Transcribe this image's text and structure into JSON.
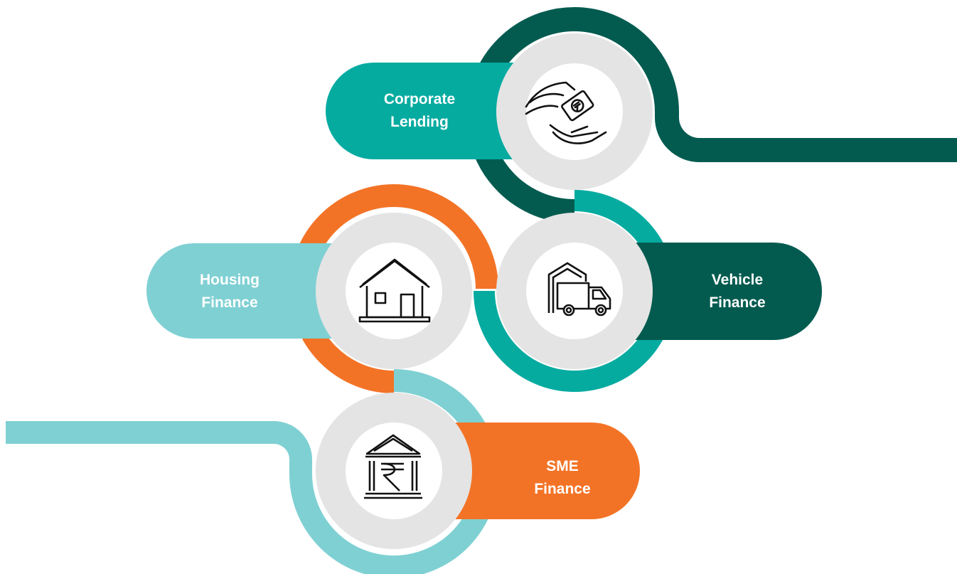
{
  "colors": {
    "dark_green": "#035b50",
    "teal": "#06aba0",
    "light_teal": "#7fd0d3",
    "orange": "#f37326",
    "ring_grey": "#e4e4e4",
    "icon_stroke": "#111111"
  },
  "items": [
    {
      "id": "corporate",
      "line1": "Corporate",
      "line2": "Lending",
      "icon": "hand-money-icon"
    },
    {
      "id": "housing",
      "line1": "Housing",
      "line2": "Finance",
      "icon": "house-icon"
    },
    {
      "id": "vehicle",
      "line1": "Vehicle",
      "line2": "Finance",
      "icon": "truck-warehouse-icon"
    },
    {
      "id": "sme",
      "line1": "SME",
      "line2": "Finance",
      "icon": "rupee-bank-icon"
    }
  ]
}
